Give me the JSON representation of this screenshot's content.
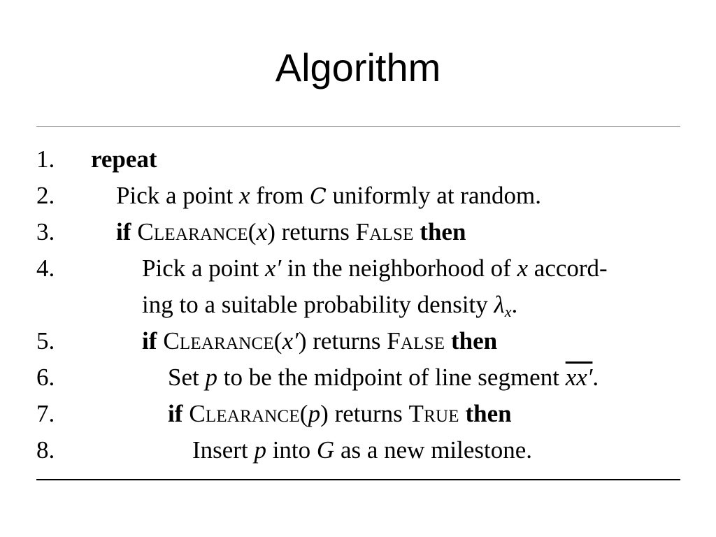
{
  "title": "Algorithm",
  "lines": [
    {
      "num": "1.",
      "parts": [
        {
          "t": "repeat",
          "s": "kw"
        }
      ]
    },
    {
      "num": "2.",
      "parts": [
        {
          "t": "Pick a point ",
          "s": ""
        },
        {
          "t": "x",
          "s": "m"
        },
        {
          "t": " from ",
          "s": ""
        },
        {
          "t": "C",
          "s": "cal"
        },
        {
          "t": " uniformly at random.",
          "s": ""
        }
      ]
    },
    {
      "num": "3.",
      "parts": [
        {
          "t": "if",
          "s": "kw"
        },
        {
          "t": " Clearance(",
          "s": "sc"
        },
        {
          "t": "x",
          "s": "m"
        },
        {
          "t": ")",
          "s": ""
        },
        {
          "t": " returns ",
          "s": ""
        },
        {
          "t": "False",
          "s": "sc"
        },
        {
          "t": " then",
          "s": "kw"
        }
      ]
    },
    {
      "num": "4.",
      "parts": [
        {
          "t": "Pick a point ",
          "s": ""
        },
        {
          "t": "x′",
          "s": "m"
        },
        {
          "t": " in the neighborhood of ",
          "s": ""
        },
        {
          "t": "x",
          "s": "m"
        },
        {
          "t": " accord-",
          "s": ""
        }
      ]
    },
    {
      "num": "",
      "parts": [
        {
          "t": "ing to a suitable probability density ",
          "s": ""
        },
        {
          "t": "λ",
          "s": "m"
        },
        {
          "t": "x",
          "s": "sub"
        },
        {
          "t": ".",
          "s": ""
        }
      ]
    },
    {
      "num": "5.",
      "parts": [
        {
          "t": "if",
          "s": "kw"
        },
        {
          "t": " Clearance(",
          "s": "sc"
        },
        {
          "t": "x′",
          "s": "m"
        },
        {
          "t": ")",
          "s": ""
        },
        {
          "t": " returns ",
          "s": ""
        },
        {
          "t": "False",
          "s": "sc"
        },
        {
          "t": " then",
          "s": "kw"
        }
      ]
    },
    {
      "num": "6.",
      "parts": [
        {
          "t": "Set ",
          "s": ""
        },
        {
          "t": "p",
          "s": "m"
        },
        {
          "t": " to be the midpoint of line segment ",
          "s": ""
        },
        {
          "t": "xx′",
          "s": "m ovl"
        },
        {
          "t": ".",
          "s": ""
        }
      ]
    },
    {
      "num": "7.",
      "parts": [
        {
          "t": "if",
          "s": "kw"
        },
        {
          "t": " Clearance(",
          "s": "sc"
        },
        {
          "t": "p",
          "s": "m"
        },
        {
          "t": ")",
          "s": ""
        },
        {
          "t": " returns ",
          "s": ""
        },
        {
          "t": "True",
          "s": "sc"
        },
        {
          "t": " then",
          "s": "kw"
        }
      ]
    },
    {
      "num": "8.",
      "parts": [
        {
          "t": "Insert ",
          "s": ""
        },
        {
          "t": "p",
          "s": "m"
        },
        {
          "t": " into ",
          "s": ""
        },
        {
          "t": "G",
          "s": "m"
        },
        {
          "t": " as a new milestone.",
          "s": ""
        }
      ]
    }
  ]
}
